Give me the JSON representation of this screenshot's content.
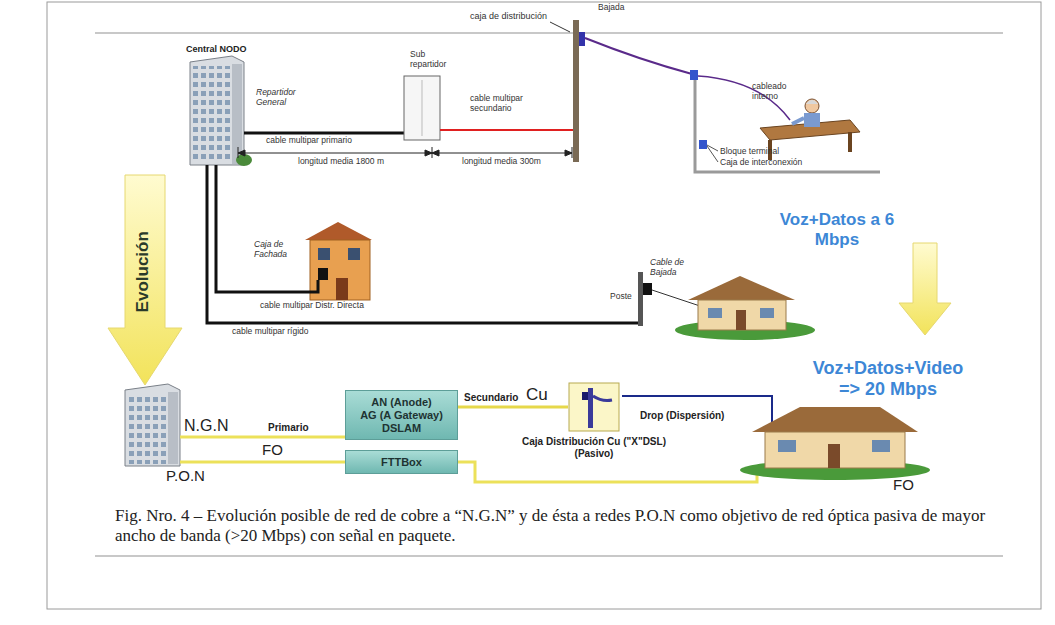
{
  "diagram": {
    "caption": "Fig. Nro. 4 – Evolución posible de red de cobre a “N.G.N” y de ésta a redes P.O.N como objetivo de red óptica pasiva de mayor ancho de banda (>20 Mbps) con señal en paquete.",
    "nodes": [
      {
        "text": [
          "AN (Anode)",
          "AG (A Gateway)",
          "DSLAM"
        ]
      },
      {
        "text": [
          "FTTBox"
        ]
      },
      {
        "text": [
          "Caja Distribución Cu (\"X\"DSL) (Pasivo)"
        ]
      }
    ],
    "edges": [
      {
        "from": 0,
        "to": 2,
        "arrow": "none",
        "label": "Secundario"
      }
    ],
    "labels": [
      "Central NODO",
      "Repartidor General",
      "Sub repartidor",
      "caja de distribución",
      "Bajada",
      "cableado interno",
      "cable multipar primario",
      "cable multipar secundario",
      "longitud media 1800 m",
      "longitud media 300m",
      "Bloque terminal",
      "Caja de interconexión",
      "Caja de Fachada",
      "cable multipar Distr. Directa",
      "Poste",
      "Cable de Bajada",
      "cable multipar rígido",
      "Voz+Datos a 6 Mbps",
      "Evolución",
      "Voz+Datos+Video => 20 Mbps",
      "N.G.N",
      "Primario",
      "FO",
      "Cu",
      "Drop (Dispersión)",
      "P.O.N",
      "FO"
    ]
  }
}
